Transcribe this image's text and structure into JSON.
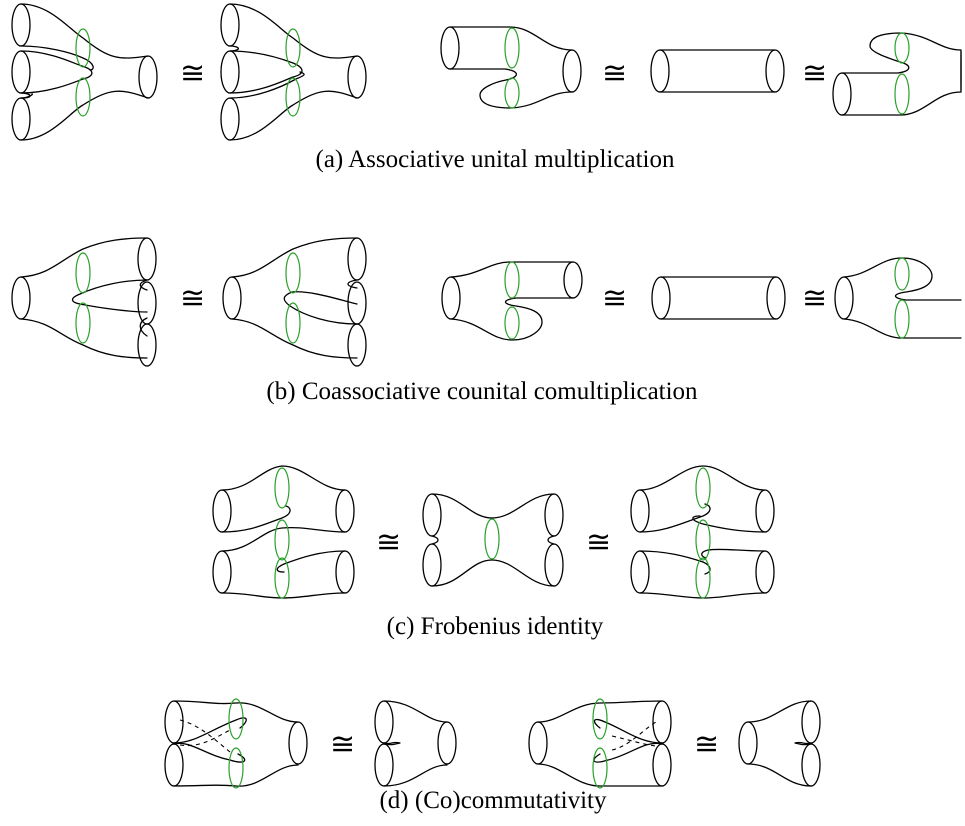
{
  "relation_symbol": "≅",
  "colors": {
    "stroke": "#000000",
    "circle_green": "#2aa02a",
    "background": "#ffffff"
  },
  "captions": {
    "a": "(a) Associative unital multiplication",
    "b": "(b) Coassociative counital comultiplication",
    "c": "(c) Frobenius identity",
    "d": "(d) (Co)commutativity"
  }
}
